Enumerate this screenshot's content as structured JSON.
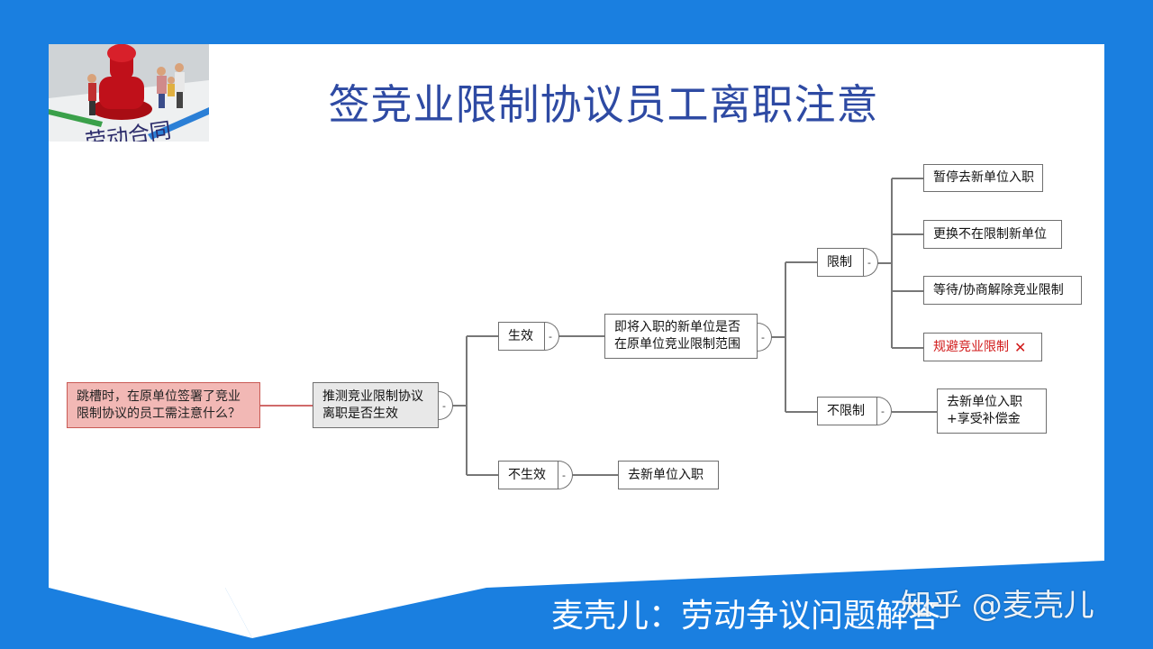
{
  "title": "签竞业限制协议员工离职注意",
  "footer": "麦壳儿：劳动争议问题解答",
  "watermark": "知乎 @麦壳儿",
  "photo": {
    "caption": "劳动合同"
  },
  "colors": {
    "background": "#1a7fe0",
    "title": "#2e4aa3",
    "root_fill": "#f2b8b5",
    "warning_text": "#d11a1a"
  },
  "mindmap": {
    "root": "跳槽时，在原单位签署了竞业限制协议的员工需注意什么？",
    "step1": "推测竞业限制协议离职是否生效",
    "effective": "生效",
    "not_effective": "不生效",
    "goto_new": "去新单位入职",
    "question": "即将入职的新单位是否在原单位竞业限制范围",
    "restricted": "限制",
    "not_restricted": "不限制",
    "restricted_options": [
      "暂停去新单位入职",
      "更换不在限制新单位",
      "等待/协商解除竞业限制",
      "规避竞业限制"
    ],
    "not_restricted_result": "去新单位入职+享受补偿金",
    "collapse_symbol": "-",
    "reject_icon": "cross-icon"
  }
}
